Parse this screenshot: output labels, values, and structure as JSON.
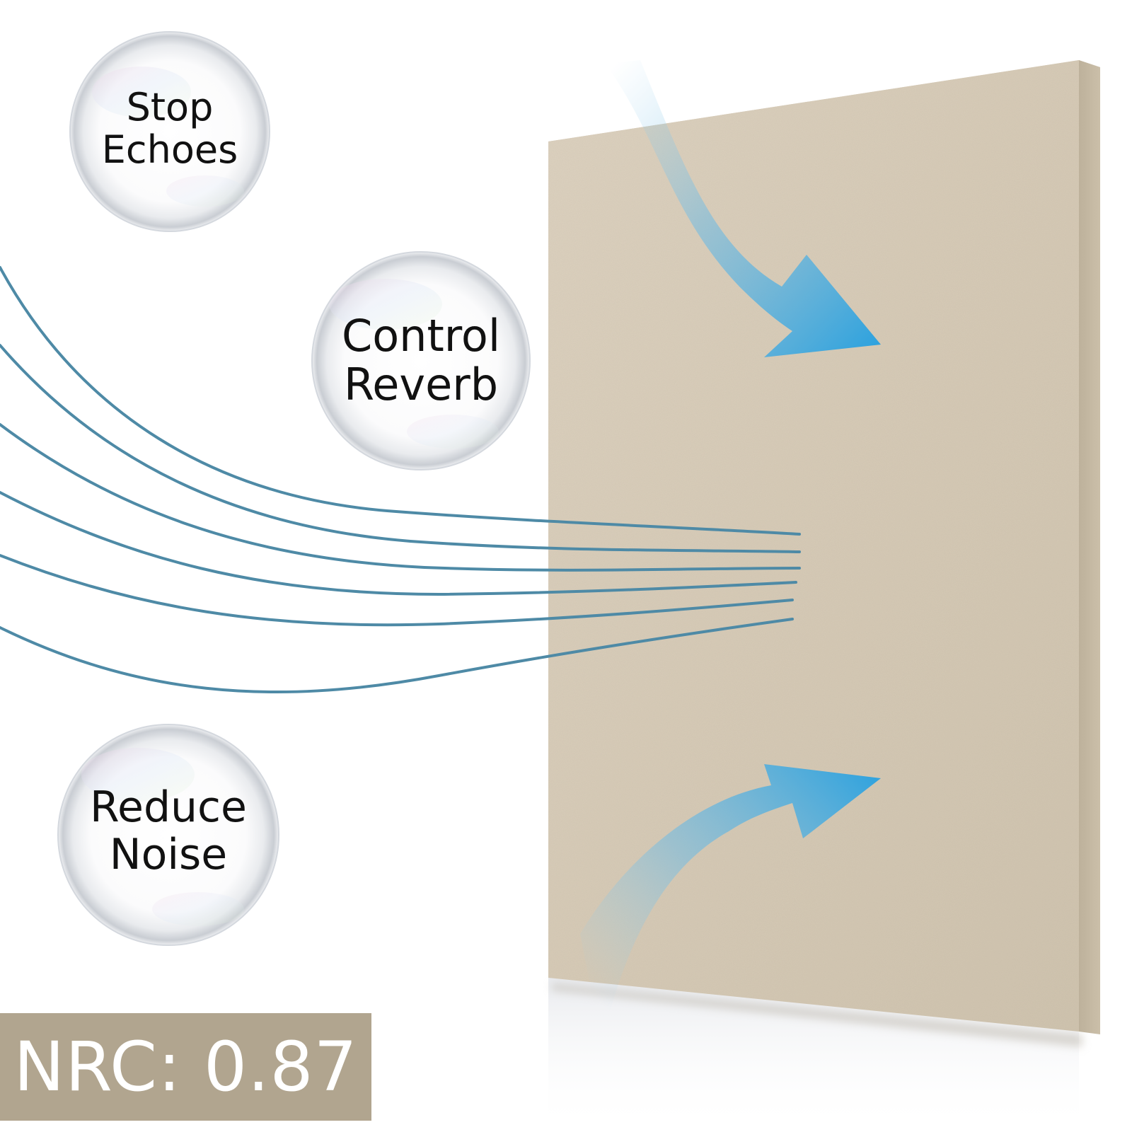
{
  "bubbles": [
    {
      "line1": "Stop",
      "line2": "Echoes"
    },
    {
      "line1": "Control",
      "line2": "Reverb"
    },
    {
      "line1": "Reduce",
      "line2": "Noise"
    }
  ],
  "badge": {
    "text": "NRC: 0.87"
  },
  "colors": {
    "panel_face": "#d8ccba",
    "panel_edge": "#c4b8a2",
    "wave_lines": "#4e8aa6",
    "arrows": "#3aa7dc",
    "badge_bg": "#b1a58f",
    "badge_text": "#ffffff"
  }
}
